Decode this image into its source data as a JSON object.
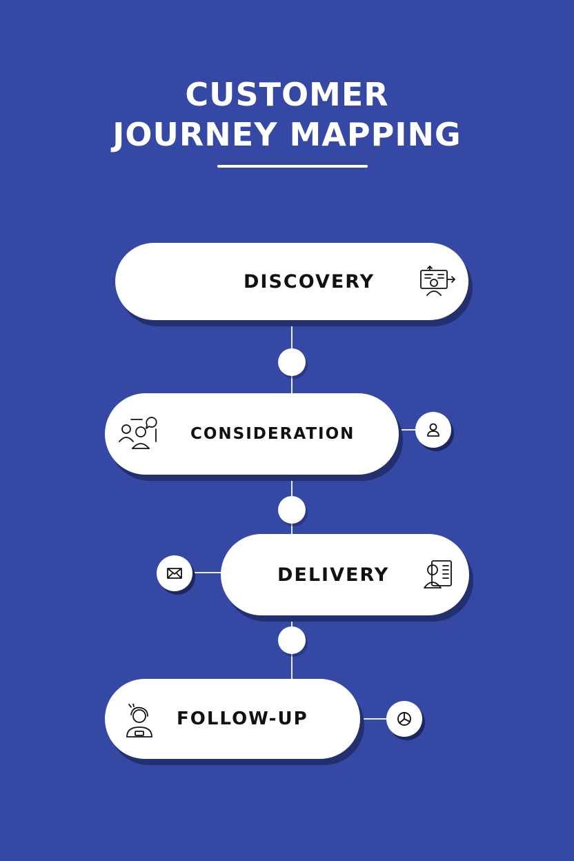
{
  "header": {
    "title_line1": "CUSTOMER",
    "title_line2": "JOURNEY MAPPING"
  },
  "stages": [
    {
      "label": "DISCOVERY",
      "icon": "presentation-board-icon"
    },
    {
      "label": "CONSIDERATION",
      "icon": "people-discussion-icon",
      "side_icon": "user-icon"
    },
    {
      "label": "DELIVERY",
      "icon": "document-person-icon",
      "side_icon": "envelope-icon"
    },
    {
      "label": "FOLLOW-UP",
      "icon": "support-agent-icon",
      "side_icon": "pie-chart-icon"
    }
  ],
  "colors": {
    "background": "#3548a3",
    "pill": "#ffffff",
    "shadow": "#22306f",
    "text": "#111111"
  }
}
